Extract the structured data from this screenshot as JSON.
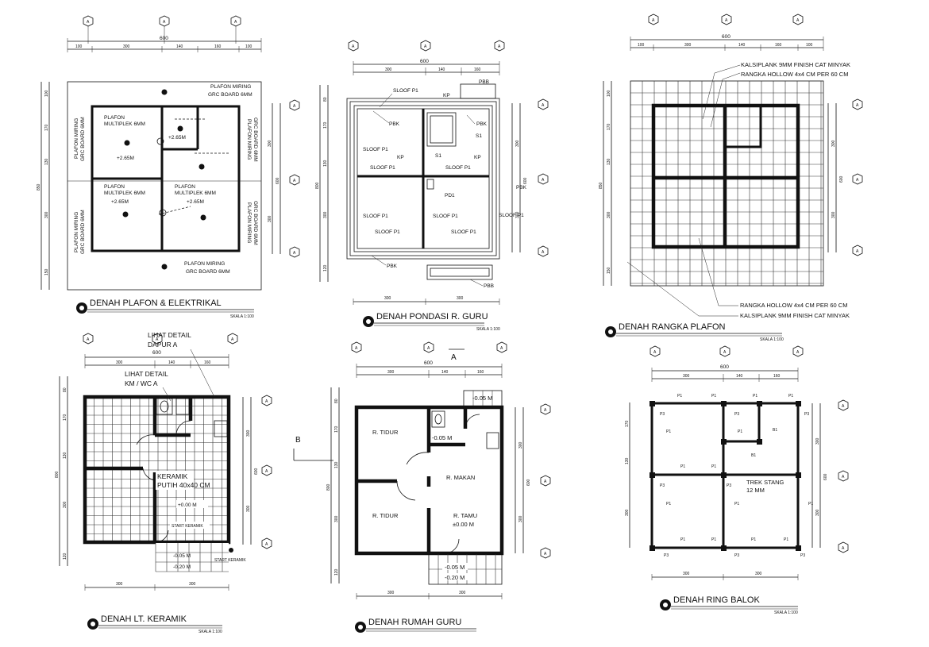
{
  "titles": {
    "plafon": "DENAH PLAFON & ELEKTRIKAL",
    "pondasi": "DENAH PONDASI R. GURU",
    "rangka": "DENAH RANGKA PLAFON",
    "keramik": "DENAH LT. KERAMIK",
    "rumah": "DENAH RUMAH GURU",
    "ring": "DENAH RING BALOK"
  },
  "scale_text": "SKALA 1:100",
  "axis_marker": "A",
  "dims": {
    "total_w": "600",
    "top_a": [
      "100",
      "300",
      "140",
      "160",
      "100"
    ],
    "top_b": [
      "300",
      "140",
      "160"
    ],
    "bottom": [
      "300",
      "300"
    ],
    "left_a": [
      "100",
      "170",
      "130",
      "300",
      "150"
    ],
    "left_a_total": "850",
    "left_b": [
      "80",
      "170",
      "130",
      "300",
      "120"
    ],
    "left_b_total": "800",
    "right_a": [
      "300",
      "300"
    ],
    "right_total": "600"
  },
  "plafon": {
    "miring_1": "PLAFON MIRING",
    "miring_2": "GRC BOARD 6MM",
    "multi_1": "PLAFON",
    "multi_2": "MULTIPLEK 6MM",
    "elev": "+2.65M"
  },
  "pondasi": {
    "sloof": "SLOOF P1",
    "pbk": "PBK",
    "pbb": "PBB",
    "kp": "KP",
    "s1": "S1",
    "pd1": "PD1"
  },
  "rangka": {
    "kalsi": "KALSIPLANK  9MM FINISH CAT MINYAK",
    "hollow": "RANGKA HOLLOW 4x4 CM PER 60 CM"
  },
  "keramik": {
    "detail_dapur_1": "LIHAT DETAIL",
    "detail_dapur_2": "DAPUR A",
    "detail_wc_1": "LIHAT DETAIL",
    "detail_wc_2": "KM / WC A",
    "label_1": "KERAMIK",
    "label_2": "PUTIH 40x40 CM",
    "elev_0": "+0.00 M",
    "start": "START KERAMIK",
    "elev_05": "-0.05 M",
    "elev_20": "-0.20 M"
  },
  "rumah": {
    "cut_a": "A",
    "cut_b": "B",
    "tidur": "R. TIDUR",
    "makan": "R. MAKAN",
    "tamu": "R. TAMU",
    "tamu_elev": "±0.00 M",
    "elev_05": "-0.05 M",
    "elev_20": "-0.20 M"
  },
  "ring": {
    "p1": "P1",
    "p3": "P3",
    "b1": "B1",
    "trek_1": "TREK STANG",
    "trek_2": "12 MM"
  }
}
